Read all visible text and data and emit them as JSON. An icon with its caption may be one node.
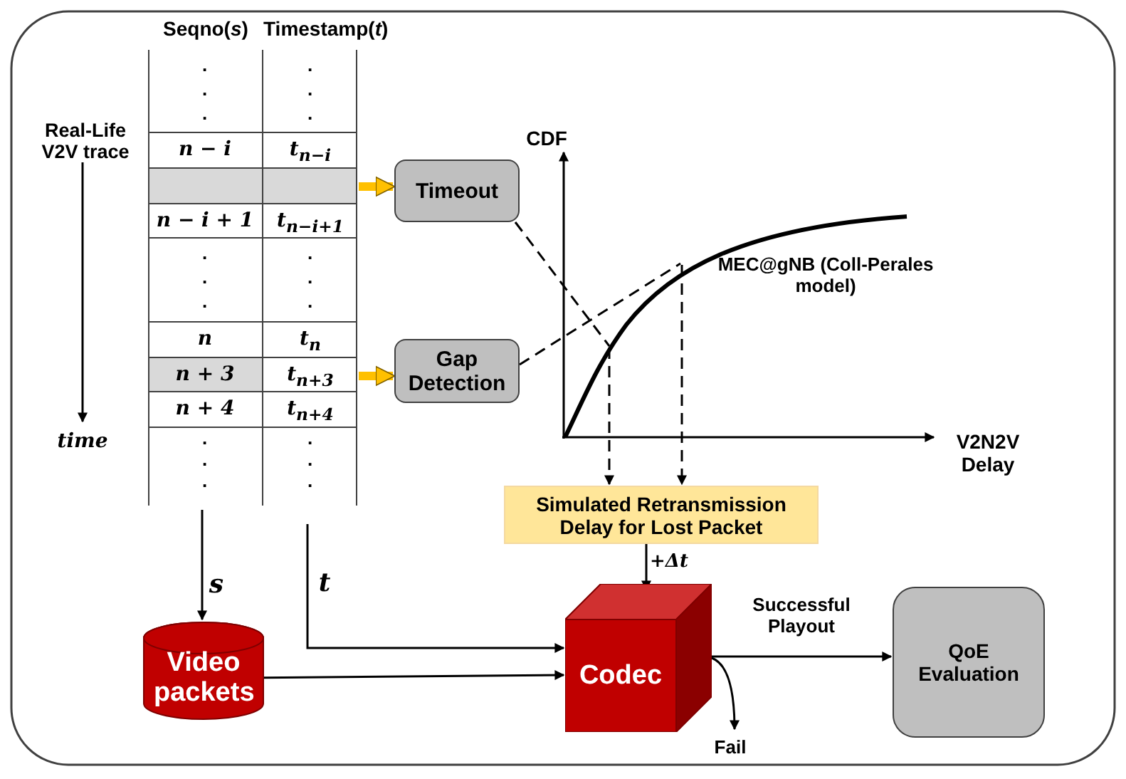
{
  "diagram": {
    "nodes": [
      {
        "text": [
          "Seqno(*s*)"
        ]
      },
      {
        "text": [
          "Timestamp(*t*)"
        ]
      },
      {
        "text": [
          "Timeout"
        ]
      },
      {
        "text": [
          "Gap Detection"
        ]
      },
      {
        "text": [],
        "shape": "curve"
      },
      {
        "text": [
          "Simulated Retransmission Delay for Lost Packet"
        ]
      },
      {
        "text": [
          "Video packets"
        ]
      },
      {
        "text": [
          "Codec"
        ]
      },
      {
        "text": [
          "QoE Evaluation"
        ]
      },
      {
        "text": [
          "Fail"
        ]
      }
    ],
    "edges": [
      {
        "from": 1,
        "to": 2,
        "arrow": "to",
        "style": "thick",
        "color": "#ffc000"
      },
      {
        "from": 1,
        "to": 3,
        "arrow": "to",
        "style": "thick",
        "color": "#ffc000"
      },
      {
        "from": 2,
        "to": 4,
        "arrow": "none",
        "style": "dashed"
      },
      {
        "from": 3,
        "to": 4,
        "arrow": "none",
        "style": "dashed"
      },
      {
        "from": 4,
        "to": 5,
        "arrow": "to",
        "style": "dashed"
      },
      {
        "from": 4,
        "to": 5,
        "arrow": "to",
        "style": "dashed"
      },
      {
        "from": 0,
        "to": 6,
        "arrow": "to",
        "label": "s"
      },
      {
        "from": 1,
        "to": 7,
        "arrow": "to",
        "label": "t"
      },
      {
        "from": 6,
        "to": 7,
        "arrow": "to"
      },
      {
        "from": 5,
        "to": 7,
        "arrow": "to",
        "label": "+Δt"
      },
      {
        "from": 7,
        "to": 8,
        "arrow": "to",
        "label": "Successful Playout"
      },
      {
        "from": 7,
        "to": 9,
        "arrow": "to"
      }
    ],
    "labels": [
      "Real-Life V2V trace",
      ".",
      ".",
      ".",
      ".",
      ".",
      ".",
      "CDF",
      "n − i",
      "t$_{n−i}$",
      "n − i + 1",
      "t$_{n−i+1}$",
      ".",
      ".",
      ".",
      ".",
      ".",
      ".",
      "MEC@gNB (Coll-Perales model)",
      "n",
      "t$_{n}$",
      "n + 3",
      "t$_{n+3}$",
      "n + 4",
      "t$_{n+4}$",
      "time",
      "V2N2V Delay",
      ".",
      ".",
      ".",
      ".",
      ".",
      "."
    ]
  }
}
